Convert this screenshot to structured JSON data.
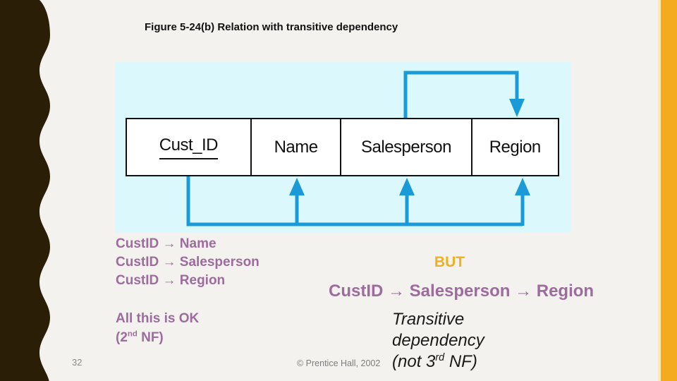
{
  "slide": {
    "title": "Figure 5-24(b) Relation with transitive dependency",
    "page_number": "32",
    "copyright": "© Prentice Hall, 2002"
  },
  "figure": {
    "table_columns": [
      {
        "label": "Cust_ID",
        "primary_key": true
      },
      {
        "label": "Name",
        "primary_key": false
      },
      {
        "label": "Salesperson",
        "primary_key": false
      },
      {
        "label": "Region",
        "primary_key": false
      }
    ]
  },
  "annotations": {
    "dependencies": [
      "CustID → Name",
      "CustID → Salesperson",
      "CustID → Region"
    ],
    "ok_line": "All this is OK",
    "ok_nf": {
      "pre": "(2",
      "sup": "nd",
      "post": " NF)"
    },
    "but_label": "BUT",
    "transitive_chain": "CustID → Salesperson → Region",
    "transitive_lines": [
      "Transitive",
      "dependency"
    ],
    "not_nf": {
      "pre": "(not 3",
      "sup": "rd",
      "post": " NF)"
    }
  },
  "colors": {
    "arrow_blue": "#1a9bd7",
    "panel_blue": "#dbf8fc",
    "purple_text": "#9e6b9e",
    "gold_text": "#efb122",
    "left_bar_brown": "#2b1e07",
    "right_bar_gold": "#f5ab1e",
    "background": "#f3f2ee"
  }
}
